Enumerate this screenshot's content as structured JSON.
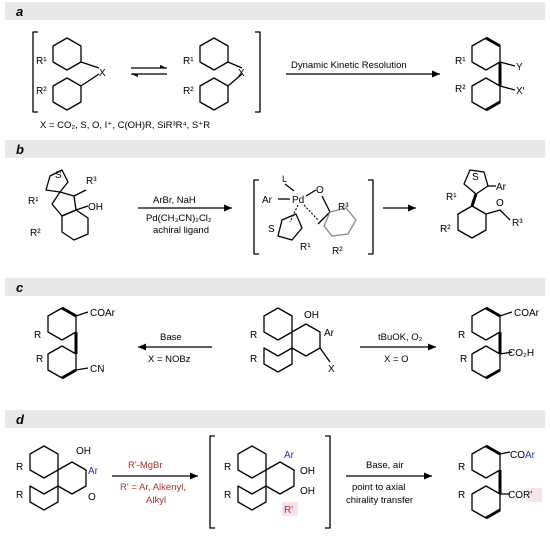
{
  "colors": {
    "header_band": "#e8e8e8",
    "accent_blue": "#1a36d6",
    "accent_red": "#b2302a",
    "highlight_pink": "#f6e4ea"
  },
  "panel_a": {
    "label": "a",
    "r1": "R¹",
    "r2": "R²",
    "x_left": "X",
    "x_right": "X",
    "arrow_label": "Dynamic Kinetic Resolution",
    "prod_r1": "R¹",
    "prod_r2": "R²",
    "prod_y": "Y",
    "prod_x": "X'",
    "footnote": "X = CO₂, S, O, I⁺, C(OH)R, SiR³R⁴, S⁺R"
  },
  "panel_b": {
    "label": "b",
    "sm_s": "S",
    "sm_r1": "R¹",
    "sm_r2": "R²",
    "sm_r3": "R³",
    "sm_oh": "OH",
    "reagent1": "ArBr, NaH",
    "reagent2": "Pd(CH₃CN)₂Cl₂",
    "reagent3": "achiral ligand",
    "int_l": "L",
    "int_ar": "Ar",
    "int_pd": "Pd",
    "int_o": "O",
    "int_r3": "R³",
    "int_s": "S",
    "int_r1": "R¹",
    "int_r2": "R²",
    "prod_s": "S",
    "prod_ar": "Ar",
    "prod_r1": "R¹",
    "prod_r2": "R²",
    "prod_o": "O",
    "prod_r3": "R³"
  },
  "panel_c": {
    "label": "c",
    "center_oh": "OH",
    "center_ar": "Ar",
    "center_r_top": "R",
    "center_r_bot": "R",
    "center_x": "X",
    "left_top": "Base",
    "left_bottom": "X = NOBz",
    "right_top": "tBuOK, O₂",
    "right_bottom": "X = O",
    "lp_coar": "COAr",
    "lp_cn": "CN",
    "lp_r_top": "R",
    "lp_r_bot": "R",
    "rp_coar": "COAr",
    "rp_co2h": "CO₂H",
    "rp_r_top": "R",
    "rp_r_bot": "R"
  },
  "panel_d": {
    "label": "d",
    "sm_oh": "OH",
    "sm_ar": "Ar",
    "sm_o": "O",
    "sm_r_top": "R",
    "sm_r_bot": "R",
    "reagent": "R'-MgBr",
    "reagent_note1": "R' = Ar, Alkenyl,",
    "reagent_note2": "Alkyl",
    "int_ar": "Ar",
    "int_oh1": "OH",
    "int_oh2": "OH",
    "int_rp": "R'",
    "int_r_top": "R",
    "int_r_bot": "R",
    "cond1": "Base, air",
    "cond2": "point to axial",
    "cond3": "chirality transfer",
    "prod_co": "CO",
    "prod_ar": "Ar",
    "prod_cor": "COR'",
    "prod_r_top": "R",
    "prod_r_bot": "R"
  }
}
